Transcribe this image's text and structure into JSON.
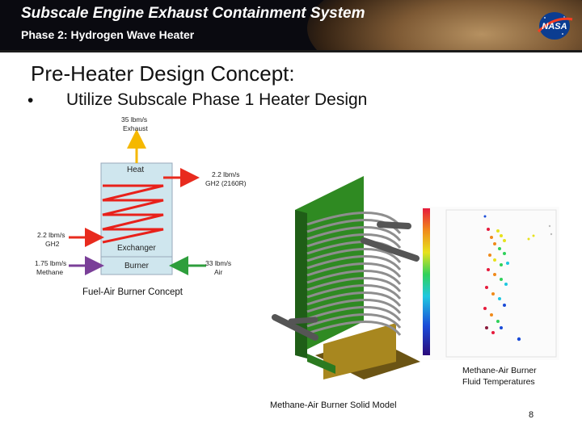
{
  "header": {
    "title": "Subscale Engine Exhaust Containment System",
    "subtitle": "Phase 2: Hydrogen Wave Heater",
    "logo_text": "NASA"
  },
  "slide": {
    "heading": "Pre-Heater Design Concept:",
    "bullet": "•",
    "bullet_text": "Utilize Subscale Phase 1 Heater Design",
    "page_number": "8"
  },
  "diagram": {
    "exhaust_flow": "35 lbm/s",
    "exhaust_label": "Exhaust",
    "heat_label": "Heat",
    "gh2_out_flow": "2.2 lbm/s",
    "gh2_out_label": "GH2 (2160R)",
    "gh2_in_flow": "2.2 lbm/s",
    "gh2_in_label": "GH2",
    "exchanger_label": "Exchanger",
    "burner_label": "Burner",
    "methane_flow": "1.75 lbm/s",
    "methane_label": "Methane",
    "air_flow": "33 lbm/s",
    "air_label": "Air",
    "caption": "Fuel-Air Burner Concept",
    "colors": {
      "box": "#cfe6ee",
      "coil": "#e8211b",
      "exhaust_arrow": "#f5b800",
      "red_arrow": "#e82b1e",
      "methane_arrow": "#7a3f98",
      "air_arrow": "#2e9e3c"
    }
  },
  "solid_model": {
    "caption": "Methane-Air Burner Solid Model",
    "colors": {
      "plate": "#2e7d26",
      "tubes": "#8c8c8c",
      "base": "#8a6d1d"
    }
  },
  "fluid_temps": {
    "caption_line1": "Methane-Air Burner",
    "caption_line2": "Fluid Temperatures"
  }
}
